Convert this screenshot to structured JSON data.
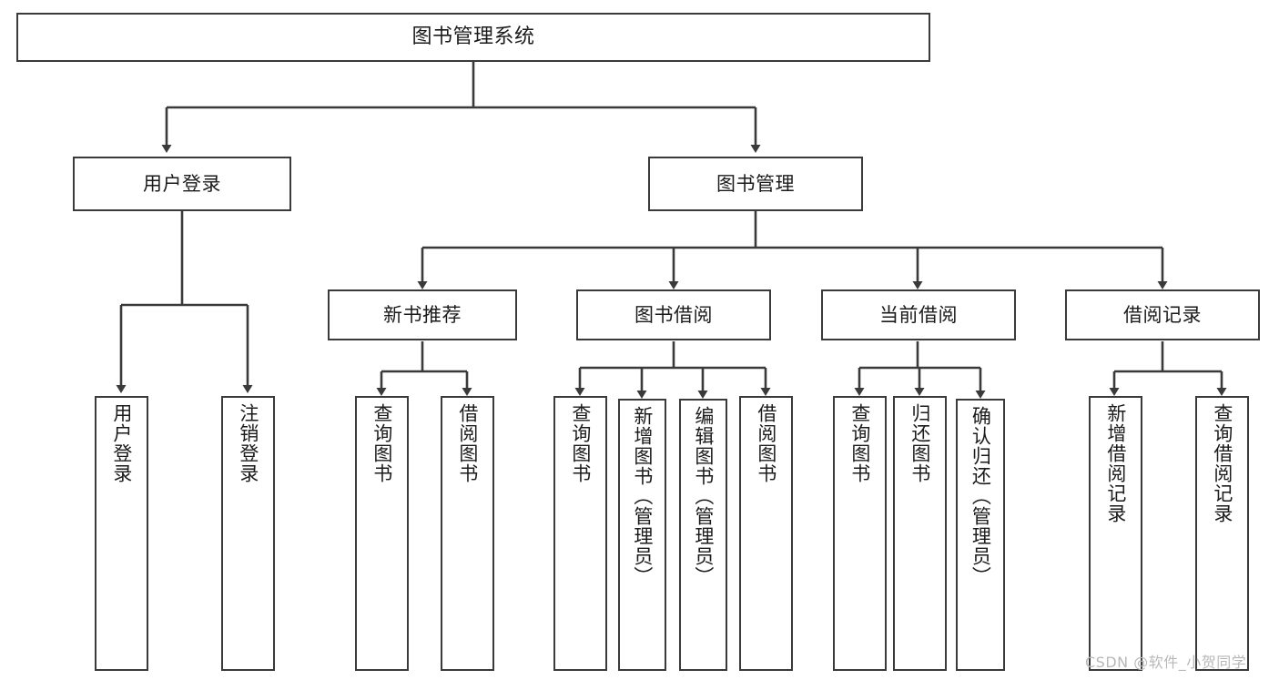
{
  "diagram": {
    "title": "图书管理系统",
    "watermark": "CSDN @软件_小贺同学",
    "stroke_color": "#3a3a3a",
    "fill_color": "#ffffff",
    "text_color": "#1b1b1b",
    "watermark_color": "#b8b8b8"
  },
  "nodes": {
    "root": {
      "label": "图书管理系统"
    },
    "level2": [
      {
        "label": "用户登录"
      },
      {
        "label": "图书管理"
      }
    ],
    "level3": [
      {
        "label": "新书推荐"
      },
      {
        "label": "图书借阅"
      },
      {
        "label": "当前借阅"
      },
      {
        "label": "借阅记录"
      }
    ],
    "leaves": {
      "user_login": [
        {
          "label": "用户登录"
        },
        {
          "label": "注销登录"
        }
      ],
      "new_book": [
        {
          "label": "查询图书"
        },
        {
          "label": "借阅图书"
        }
      ],
      "book_borrow": [
        {
          "label": "查询图书"
        },
        {
          "label": "新增图书（管理员）"
        },
        {
          "label": "编辑图书（管理员）"
        },
        {
          "label": "借阅图书"
        }
      ],
      "current_borrow": [
        {
          "label": "查询图书"
        },
        {
          "label": "归还图书"
        },
        {
          "label": "确认归还（管理员）"
        }
      ],
      "borrow_record": [
        {
          "label": "新增借阅记录"
        },
        {
          "label": "查询借阅记录"
        }
      ]
    }
  }
}
